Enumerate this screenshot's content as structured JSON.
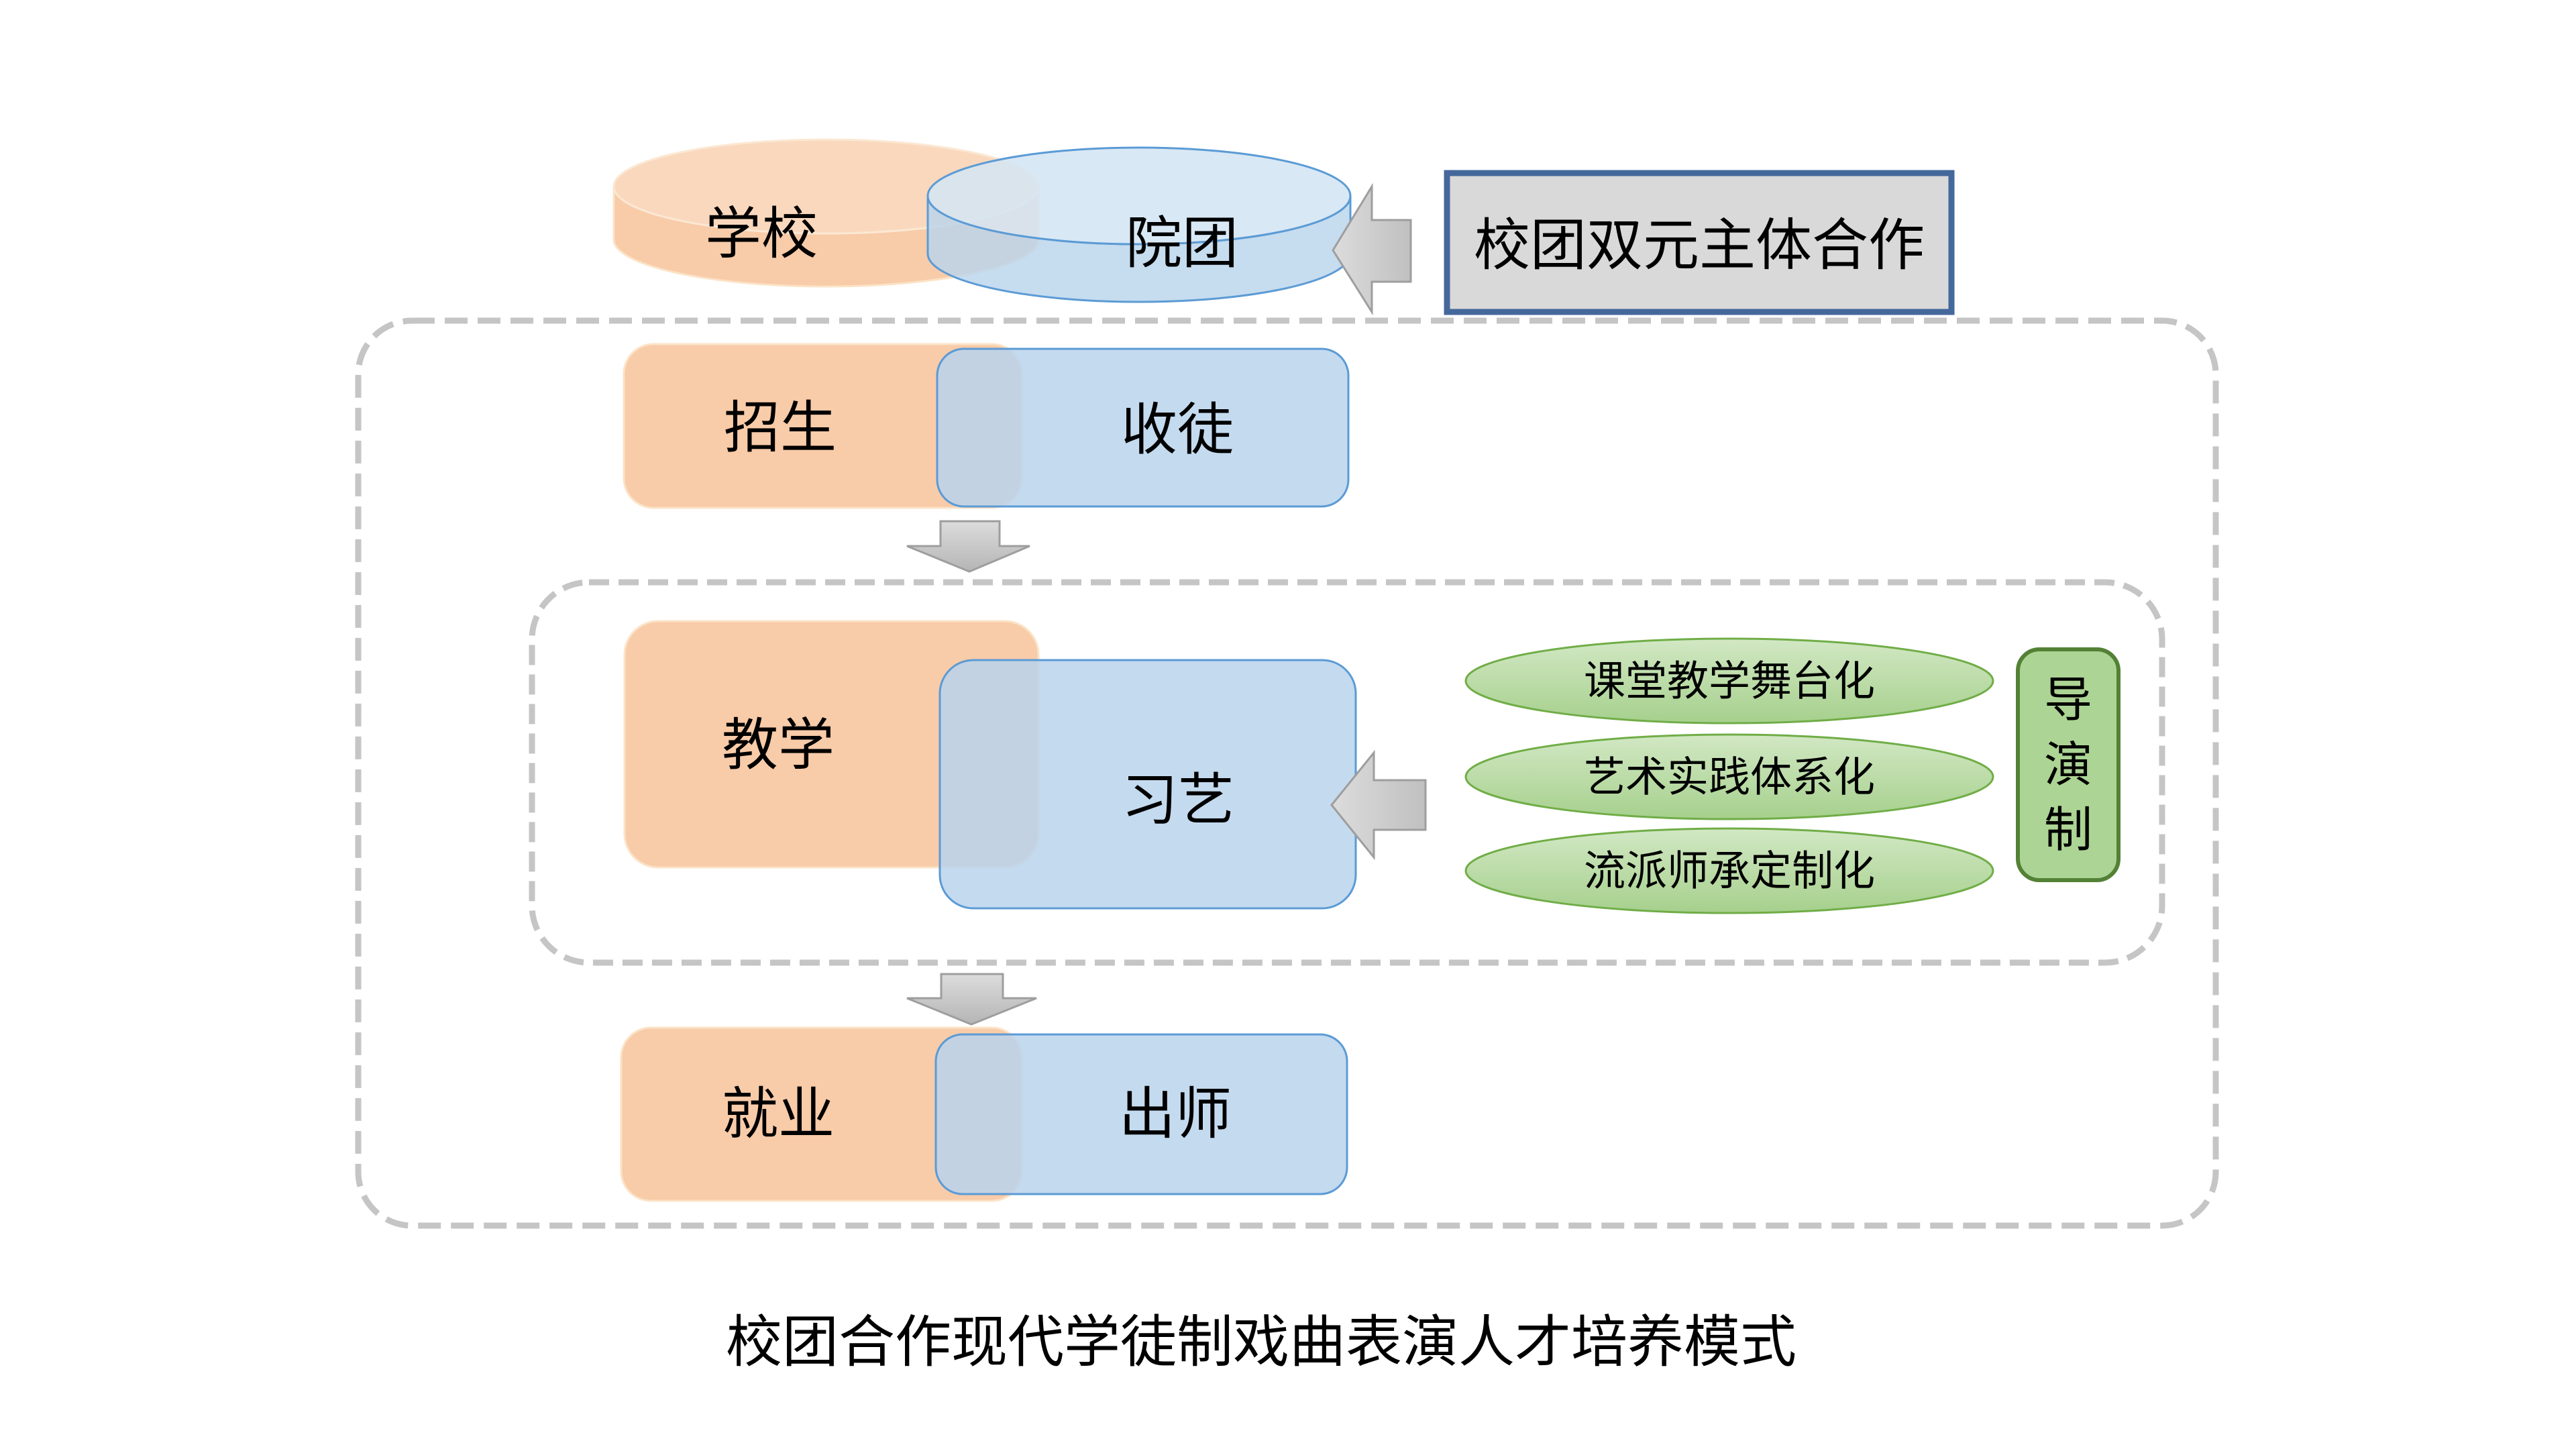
{
  "title": "校团合作现代学徒制戏曲表演人才培养模式",
  "entities": {
    "school": "学校",
    "troupe": "院团",
    "cooperation": "校团双元主体合作"
  },
  "stages": [
    {
      "school_side": "招生",
      "troupe_side": "收徒"
    },
    {
      "school_side": "教学",
      "troupe_side": "习艺"
    },
    {
      "school_side": "就业",
      "troupe_side": "出师"
    }
  ],
  "teaching_methods": [
    "课堂教学舞台化",
    "艺术实践体系化",
    "流派师承定制化"
  ],
  "director_system": [
    "导",
    "演",
    "制"
  ],
  "colors": {
    "school_fill": "#F8CBA9",
    "school_edge": "#FBE3C6",
    "troupe_fill": "#BAD4EC",
    "troupe_stroke": "#5B9BD5",
    "method_fill_top": "#CFE6C0",
    "method_fill_bottom": "#A6D08D",
    "method_stroke": "#70AD47",
    "director_fill": "#ACD494",
    "director_stroke": "#538135",
    "cooperation_fill": "#D9D9D9",
    "cooperation_stroke": "#44689B",
    "arrow_fill_light": "#DCDCDC",
    "arrow_fill_dark": "#B5B5B5",
    "arrow_stroke": "#9E9E9E",
    "dashed_frame": "#C5C5C5"
  }
}
